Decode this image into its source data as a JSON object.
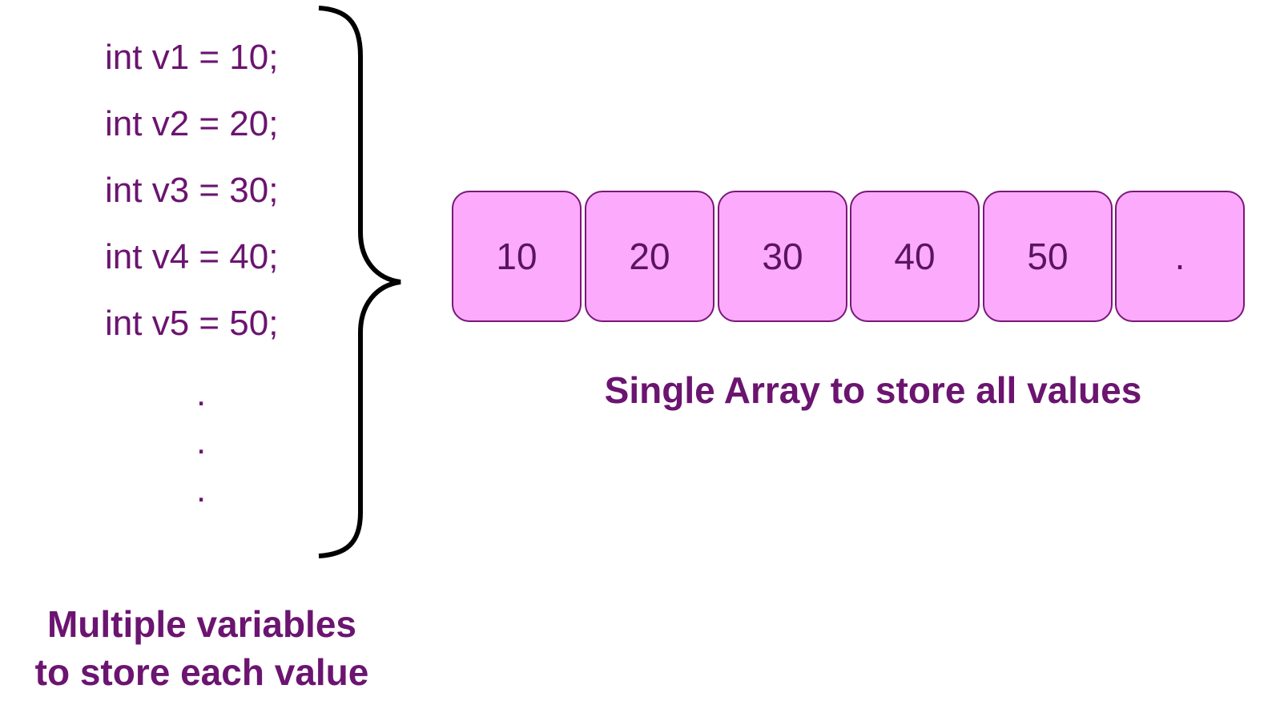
{
  "variables": {
    "lines": [
      "int v1 = 10;",
      "int v2 = 20;",
      "int v3 = 30;",
      "int v4 = 40;",
      "int v5 = 50;"
    ],
    "ellipsis": [
      ".",
      ".",
      "."
    ]
  },
  "array": {
    "cells": [
      "10",
      "20",
      "30",
      "40",
      "50",
      "."
    ]
  },
  "captions": {
    "variables_line1": "Multiple variables",
    "variables_line2": "to store each value",
    "array": "Single Array to store all values"
  },
  "colors": {
    "text": "#6b1470",
    "cell_fill": "#fcaafc",
    "cell_border": "#7a1878",
    "brace": "#000000"
  }
}
